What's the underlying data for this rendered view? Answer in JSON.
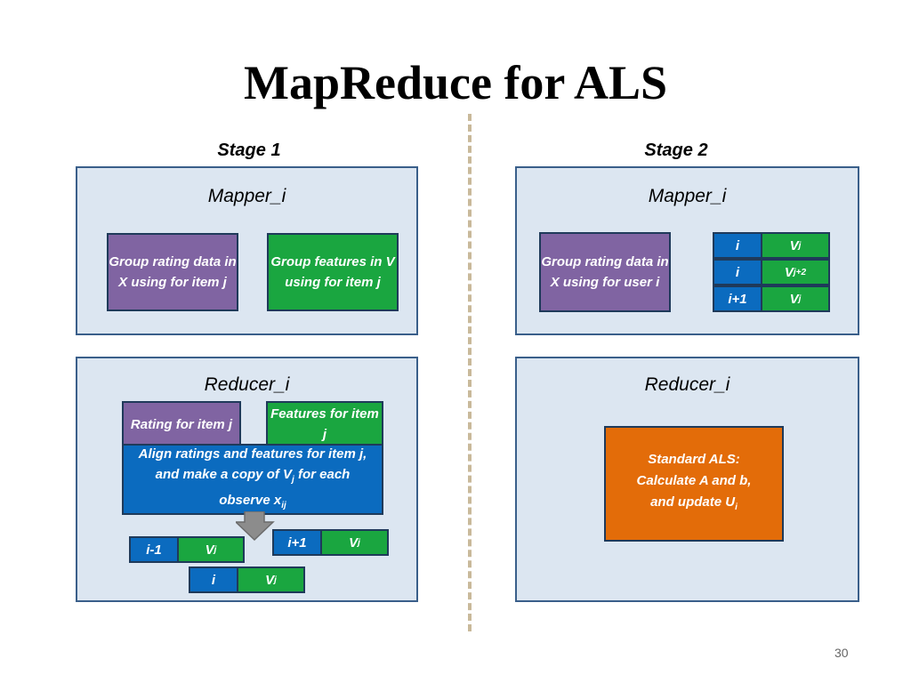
{
  "title": "MapReduce for ALS",
  "stage1": {
    "label": "Stage 1",
    "mapper": {
      "title": "Mapper_i",
      "box1": "Group rating data in X using for item j",
      "box2": "Group features in V using for item j"
    },
    "reducer": {
      "title": "Reducer_i",
      "rating": "Rating for item j",
      "features": "Features for item j",
      "align_pre": "Align ratings and features for item j, and make a copy of V",
      "align_sub": "j",
      "align_mid": " for each observe x",
      "align_sub2": "ij",
      "pairs": [
        {
          "key": "i-1",
          "val": "V",
          "sub": "j"
        },
        {
          "key": "i+1",
          "val": "V",
          "sub": "j"
        },
        {
          "key": "i",
          "val": "V",
          "sub": "j"
        }
      ]
    }
  },
  "stage2": {
    "label": "Stage 2",
    "mapper": {
      "title": "Mapper_i",
      "box1": "Group rating data in X using for user i",
      "pairs": [
        {
          "key": "i",
          "val": "V",
          "sub": "j"
        },
        {
          "key": "i",
          "val": "V",
          "sub": "j+2"
        },
        {
          "key": "i+1",
          "val": "V",
          "sub": "j"
        }
      ]
    },
    "reducer": {
      "title": "Reducer_i",
      "als_line1": "Standard ALS:",
      "als_line2": "Calculate A and b,",
      "als_line3": "and update U",
      "als_sub": "i"
    }
  },
  "page_number": "30",
  "colors": {
    "purple": "#8064a2",
    "green": "#1aa640",
    "blue": "#0b6bbf",
    "orange": "#e36c09",
    "panel": "#dce6f1"
  }
}
